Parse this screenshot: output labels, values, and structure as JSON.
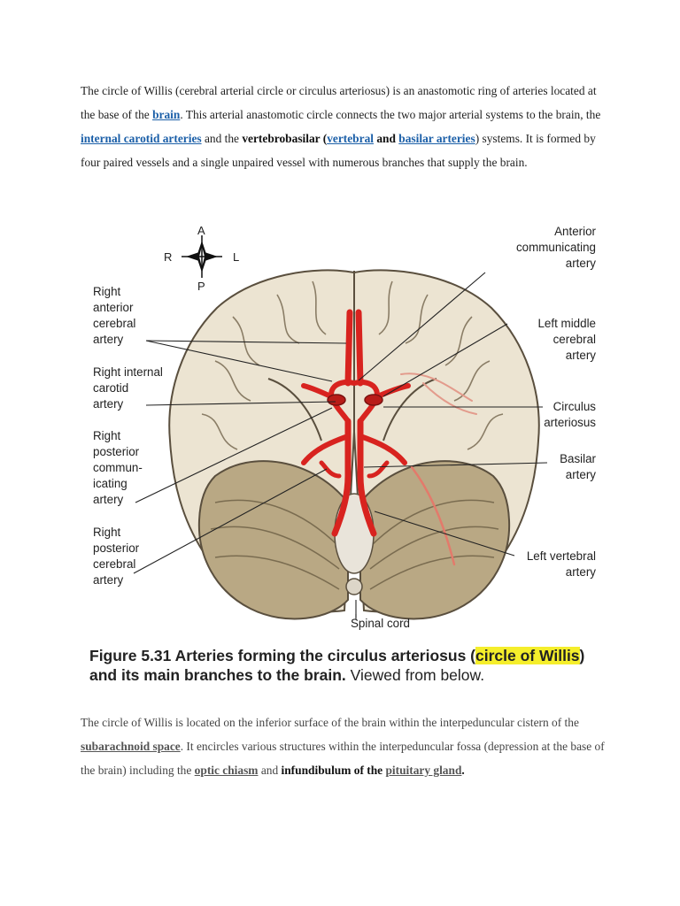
{
  "paragraph1": {
    "t1": "The circle of Willis (cerebral arterial circle or circulus arteriosus) is an anastomotic ring of arteries located at the base of the ",
    "link_brain": "brain",
    "t2": ". This arterial anastomotic circle connects the two major arterial systems to the brain, the ",
    "link_ica": "internal carotid arteries",
    "t3": " and the ",
    "bold_vb": "vertebrobasilar",
    "t4_open": " (",
    "link_vertebral": "vertebral",
    "bold_and": " and ",
    "link_basilar": "basilar arteries",
    "t5": ") systems. It is formed by four paired vessels and a single unpaired vessel with numerous branches that supply the brain."
  },
  "figure": {
    "compass": {
      "a": "A",
      "r": "R",
      "l": "L",
      "p": "P"
    },
    "labels": {
      "anterior_comm": "Anterior\ncommunicating\nartery",
      "right_aca": "Right\nanterior\ncerebral\nartery",
      "left_mca": "Left middle\ncerebral\nartery",
      "right_ica": "Right internal\ncarotid\nartery",
      "circulus": "Circulus\narteriosus",
      "right_pcomm": "Right\nposterior\ncommun-\nicating\nartery",
      "basilar": "Basilar\nartery",
      "right_pca": "Right\nposterior\ncerebral\nartery",
      "left_vertebral": "Left vertebral\nartery",
      "spinal_cord": "Spinal cord"
    },
    "caption": {
      "fig_num": "Figure 5.31",
      "bold1": " Arteries forming the circulus arteriosus (",
      "highlight": "circle of Willis",
      "bold2": ") and its main branches to the brain.",
      "normal": " Viewed from below."
    }
  },
  "paragraph2": {
    "t1": "The circle of Willis is located on the inferior surface of the brain within the interpeduncular cistern of the ",
    "link_subarachnoid": "subarachnoid space",
    "t2": ". It encircles various structures within the interpeduncular fossa (depression at the base of the brain) including the ",
    "link_optic": "optic chiasm",
    "t3": " and ",
    "bold_infund": "infundibulum of the ",
    "link_pituitary": "pituitary gland",
    "t4": "."
  },
  "colors": {
    "link": "#1b5fa8",
    "artery": "#d8231f",
    "brain": "#ece4d2",
    "cerebellum": "#b9a884",
    "highlight": "#f5ee2b"
  }
}
